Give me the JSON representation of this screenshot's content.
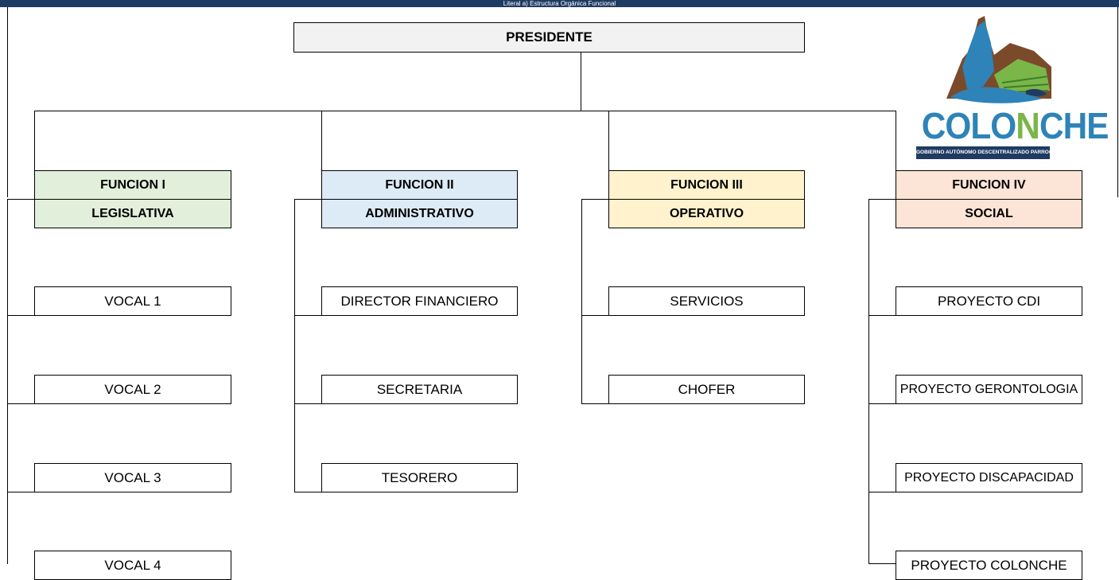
{
  "header": {
    "text": "Literal a) Estructura Orgánica Funcional"
  },
  "logo": {
    "name": "COLONCHE",
    "part1": "COLO",
    "part2": "N",
    "part3": "CHE",
    "subtitle": "GOBIERNO AUTÓNOMO DESCENTRALIZADO PARROQUIAL",
    "colors": {
      "blue": "#2e83b8",
      "green": "#7ab648",
      "brown": "#7a4a2a",
      "navy": "#1f3b63"
    }
  },
  "president": {
    "label": "PRESIDENTE"
  },
  "functions": [
    {
      "title": "FUNCION I",
      "subtitle": "LEGISLATIVA",
      "color": "#e2efda",
      "items": [
        "VOCAL 1",
        "VOCAL 2",
        "VOCAL 3",
        "VOCAL 4"
      ]
    },
    {
      "title": "FUNCION II",
      "subtitle": "ADMINISTRATIVO",
      "color": "#ddebf7",
      "items": [
        "DIRECTOR FINANCIERO",
        "SECRETARIA",
        "TESORERO"
      ]
    },
    {
      "title": "FUNCION III",
      "subtitle": "OPERATIVO",
      "color": "#fff2cc",
      "items": [
        "SERVICIOS",
        "CHOFER"
      ]
    },
    {
      "title": "FUNCION IV",
      "subtitle": "SOCIAL",
      "color": "#fce4d6",
      "items": [
        "PROYECTO CDI",
        "PROYECTO GERONTOLOGIA",
        "PROYECTO DISCAPACIDAD",
        "PROYECTO COLONCHE"
      ]
    }
  ]
}
